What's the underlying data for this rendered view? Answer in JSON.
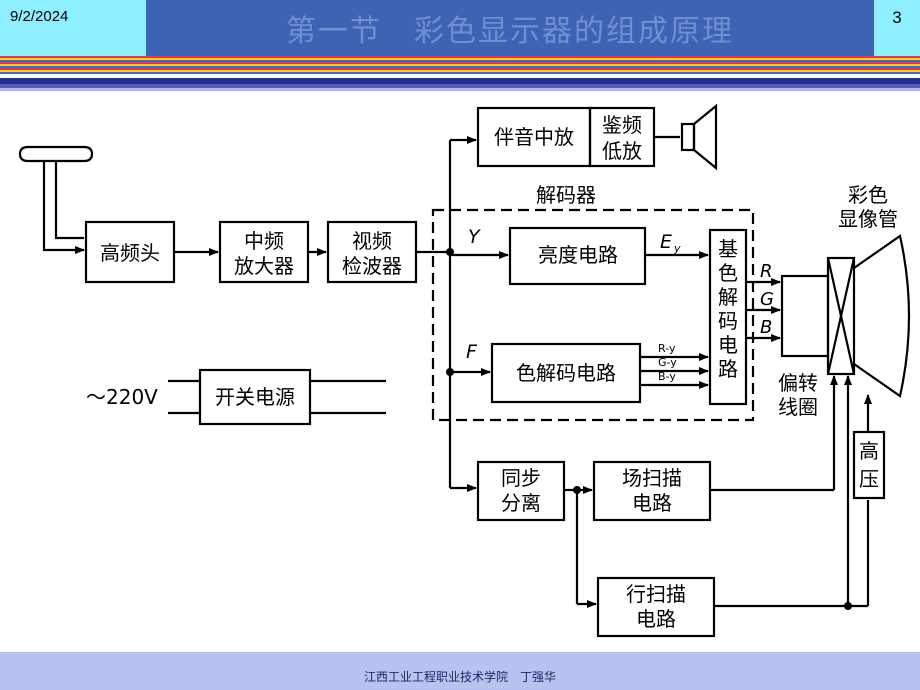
{
  "header": {
    "date": "9/2/2024",
    "title": "第一节　彩色显示器的组成原理",
    "page_number": "3"
  },
  "diagram": {
    "blocks": {
      "rf": "高频头",
      "if_amp": [
        "中频",
        "放大器"
      ],
      "video_det": [
        "视频",
        "检波器"
      ],
      "sound_if": "伴音中放",
      "discrim": [
        "鉴频",
        "低放"
      ],
      "decoder_label": "解码器",
      "luma": "亮度电路",
      "chroma": "色解码电路",
      "matrix": [
        "基",
        "色",
        "解",
        "码",
        "电",
        "路"
      ],
      "crt_label": [
        "彩色",
        "显像管"
      ],
      "yoke_label": [
        "偏转",
        "线圈"
      ],
      "sync_sep": [
        "同步",
        "分离"
      ],
      "vert_scan": [
        "场扫描",
        "电路"
      ],
      "horiz_scan": [
        "行扫描",
        "电路"
      ],
      "hv": [
        "高",
        "压"
      ],
      "power": "开关电源",
      "mains": "～220V"
    },
    "signals": {
      "y": "Y",
      "f": "F",
      "ey_main": "E",
      "ey_sub": "y",
      "r": "R",
      "g": "G",
      "b": "B",
      "r_y": "R-y",
      "g_y": "G-y",
      "b_y": "B-y"
    }
  },
  "footer": {
    "text": "江西工业工程职业技术学院　丁强华"
  }
}
